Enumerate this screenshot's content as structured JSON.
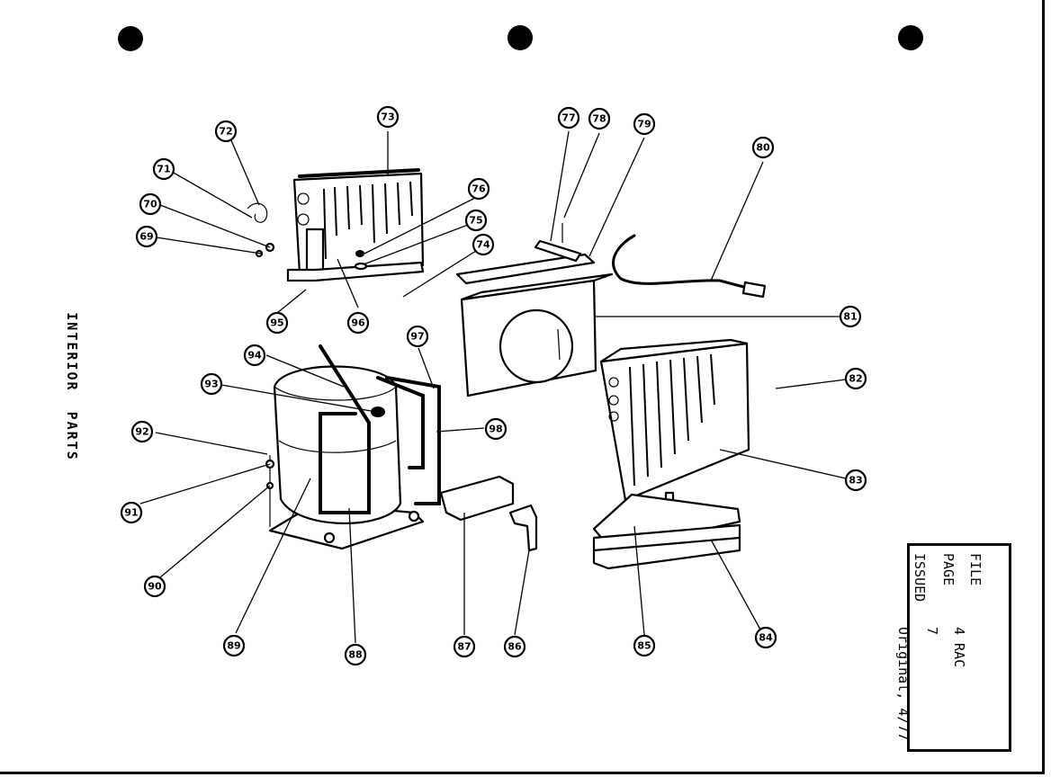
{
  "side_label": "INTERIOR  PARTS",
  "info_box": {
    "file_label": "FILE",
    "file_value": "4 RAC",
    "page_label": "PAGE",
    "page_value": "7",
    "issued_label": "ISSUED",
    "issued_value": "Original, 4/77"
  },
  "callouts": [
    "69",
    "70",
    "71",
    "72",
    "73",
    "74",
    "75",
    "76",
    "77",
    "78",
    "79",
    "80",
    "81",
    "82",
    "83",
    "84",
    "85",
    "86",
    "87",
    "88",
    "89",
    "90",
    "91",
    "92",
    "93",
    "94",
    "95",
    "96",
    "97",
    "98"
  ]
}
